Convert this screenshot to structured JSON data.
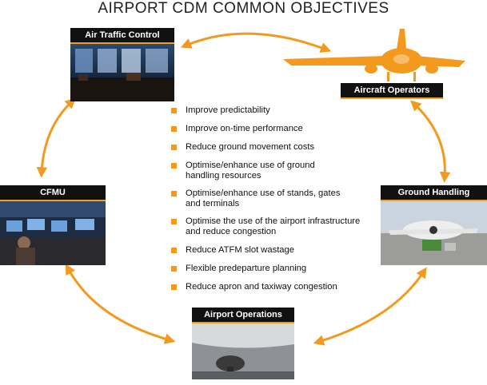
{
  "title": "AIRPORT CDM COMMON OBJECTIVES",
  "colors": {
    "accent": "#f39a1e",
    "label_bg": "#111111",
    "label_text": "#ffffff"
  },
  "partners": {
    "atc": "Air Traffic Control",
    "aircraft_operators": "Aircraft Operators",
    "cfmu": "CFMU",
    "ground_handling": "Ground Handling",
    "airport_operations": "Airport Operations"
  },
  "objectives": [
    "Improve predictability",
    "Improve on-time performance",
    "Reduce ground movement costs",
    "Optimise/enhance use of ground handling resources",
    "Optimise/enhance use of stands, gates and terminals",
    "Optimise the use of the airport infrastructure and reduce congestion",
    "Reduce ATFM slot wastage",
    "Flexible predeparture planning",
    "Reduce apron and taxiway congestion"
  ]
}
